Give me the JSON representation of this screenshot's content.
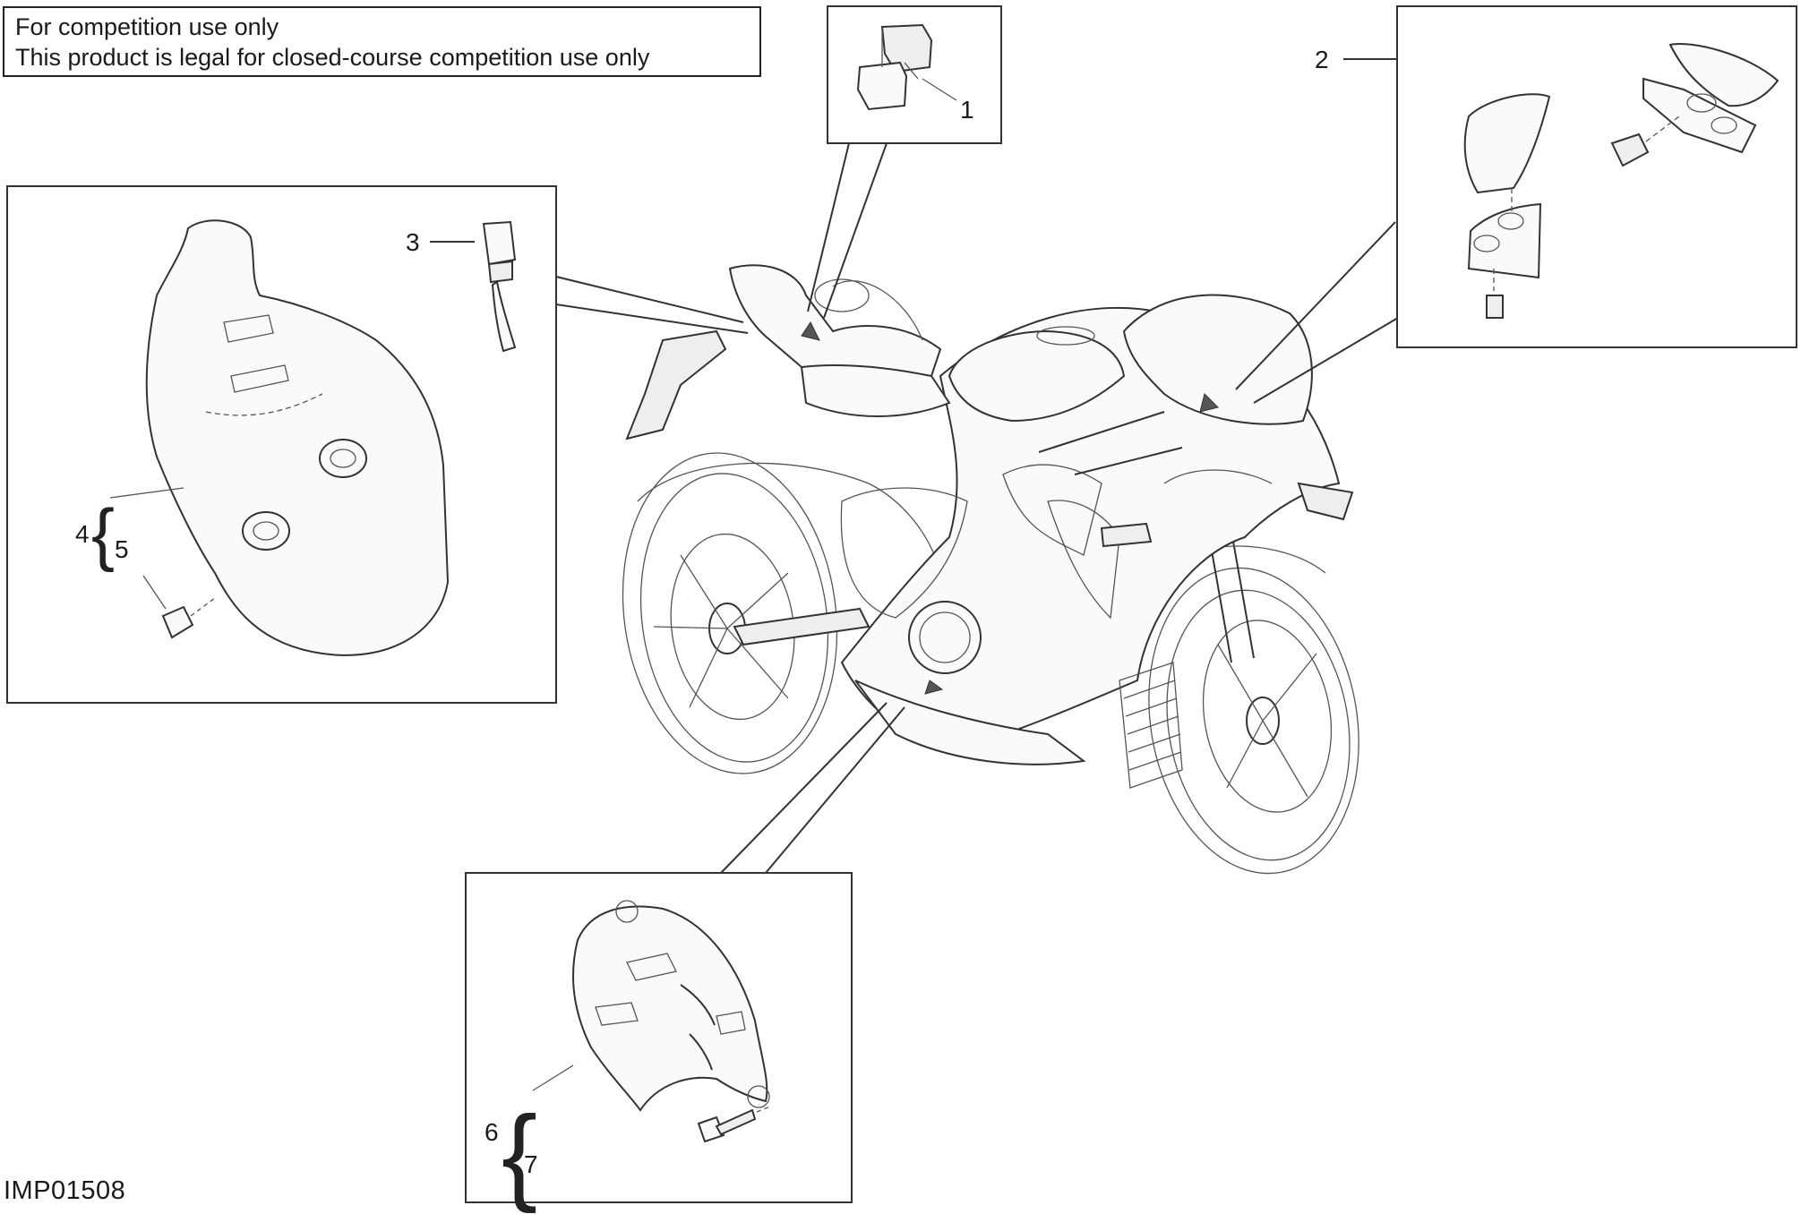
{
  "notice": {
    "line1": "For competition use only",
    "line2": "This product is legal for closed-course competition use only"
  },
  "reference_code": "IMP01508",
  "callouts": {
    "c1": "1",
    "c2": "2",
    "c3": "3",
    "c4": "4",
    "c5": "5",
    "c6": "6",
    "c7": "7"
  },
  "icons": [
    "brace-icon"
  ]
}
